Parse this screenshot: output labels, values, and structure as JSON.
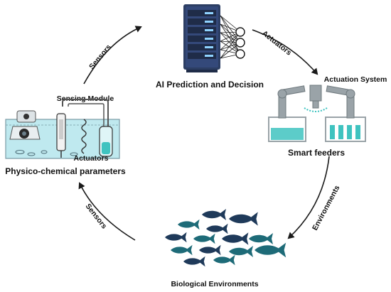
{
  "nodes": {
    "ai": {
      "title": "AI Prediction and Decision"
    },
    "actuation": {
      "title": "Actuation System",
      "caption": "Smart feeders"
    },
    "biological": {
      "caption": "Biological Environments"
    },
    "physico": {
      "title": "Physico-chemical parameters",
      "module_label": "Sensing Module",
      "actuators_label": "Actuators"
    }
  },
  "edges": {
    "top_left": "Sensors",
    "top_right": "Actuators",
    "bottom_right": "Environments",
    "bottom_left": "Sensors"
  },
  "colors": {
    "arrow": "#1a1a1a",
    "server": "#2c3e63",
    "server_led": "#8fd3ff",
    "tank_water": "#bfe9ef",
    "tank_outline": "#7a9aa5",
    "fish_dark": "#1f3a5a",
    "fish_teal": "#1e6b78",
    "feeder_liquid": "#3fc3c0",
    "machine_grey": "#9aa3a8"
  },
  "icons": [
    "server-rack-icon",
    "neural-network-icon",
    "robot-arms-icon",
    "fish-school-icon",
    "camera-icon",
    "sensor-probe-icon"
  ]
}
